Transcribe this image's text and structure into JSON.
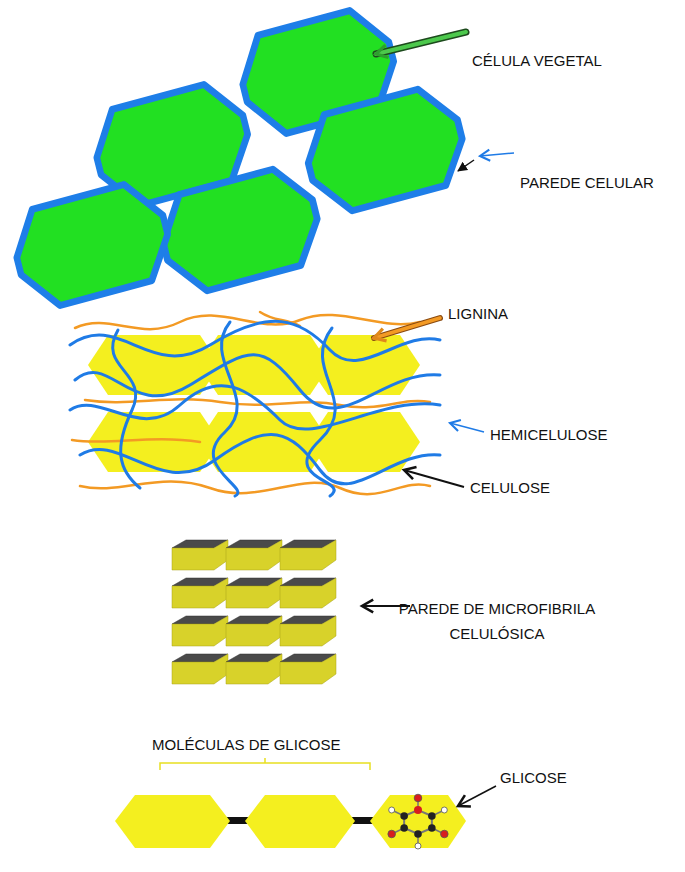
{
  "diagram": {
    "labels": [
      "CÉLULA VEGETAL",
      "PAREDE CELULAR",
      "LIGNINA",
      "HEMICELULOSE",
      "CELULOSE",
      "PAREDE DE MICROFIBRILA CELULÓSICA",
      "MOLÉCULAS DE GLICOSE",
      "GLICOSE"
    ]
  }
}
